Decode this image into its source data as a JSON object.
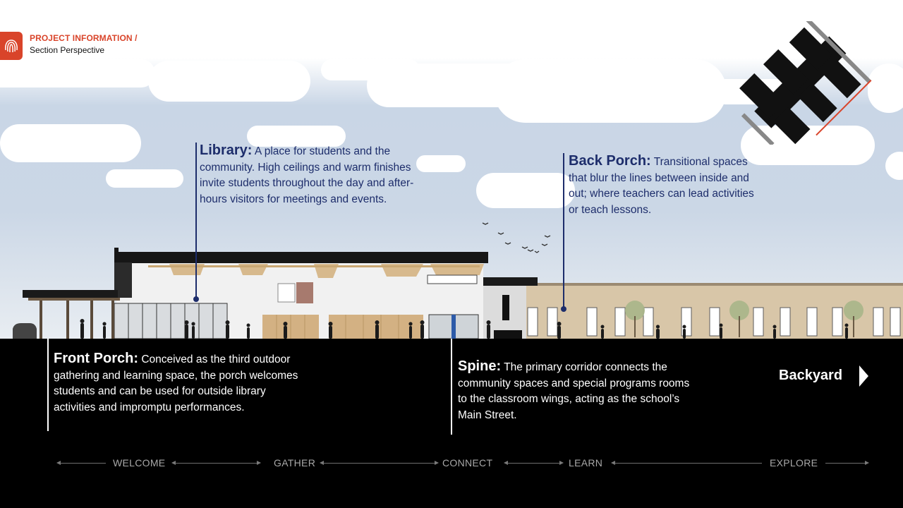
{
  "header": {
    "title": "PROJECT INFORMATION /",
    "subtitle": "Section Perspective"
  },
  "callouts": {
    "library": {
      "heading": "Library:",
      "text": "A place for students and the community.  High ceilings and warm finishes invite students throughout the day and after-hours visitors for meetings and events."
    },
    "back_porch": {
      "heading": "Back Porch:",
      "text": "Transitional spaces that blur the lines between inside and out; where teachers can lead activities or teach lessons."
    },
    "front_porch": {
      "heading": "Front Porch:",
      "text": "Conceived as the third outdoor gathering and learning space, the porch welcomes students and can be used for outside library activities and impromptu performances."
    },
    "spine": {
      "heading": "Spine:",
      "text": "The primary corridor connects the community spaces and special programs rooms to the classroom wings, acting as the school’s Main Street."
    }
  },
  "backyard": {
    "label": "Backyard",
    "icon": "play-arrow-icon"
  },
  "nav": {
    "items": [
      {
        "label": "WELCOME"
      },
      {
        "label": "GATHER"
      },
      {
        "label": "CONNECT"
      },
      {
        "label": "LEARN"
      },
      {
        "label": "EXPLORE"
      }
    ]
  },
  "colors": {
    "accent": "#d9442a",
    "callout_navy": "#1d2d6b",
    "band": "#000000",
    "brick": "#d8c6a8"
  }
}
